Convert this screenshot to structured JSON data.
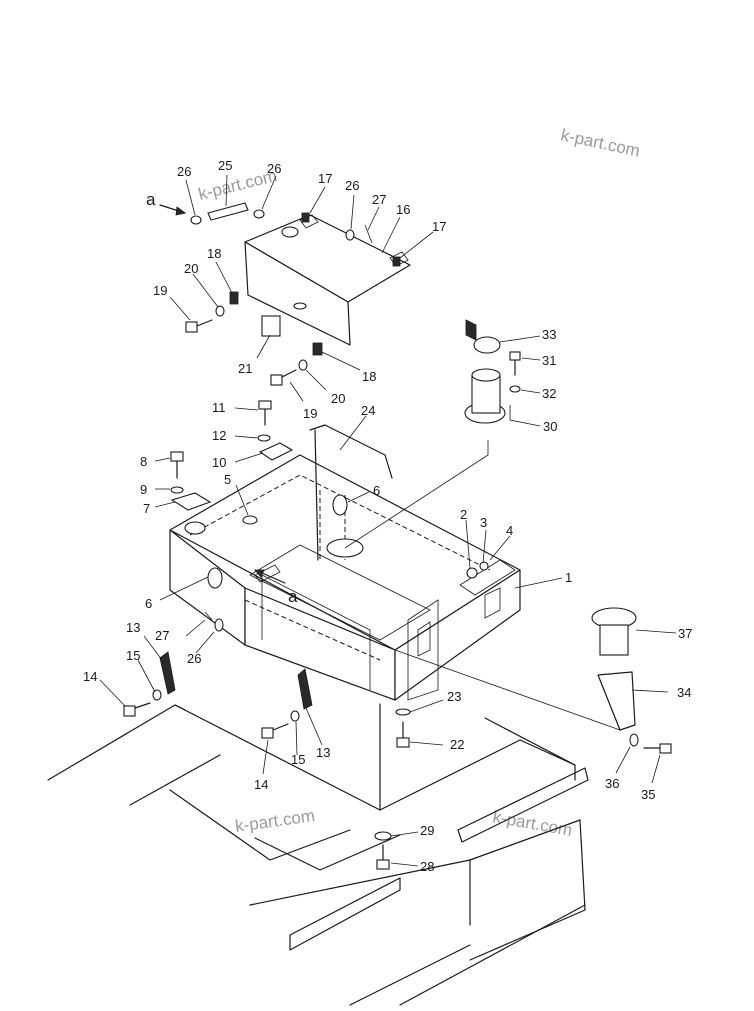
{
  "watermark": "k-part.com",
  "view_letter": "a",
  "labels": {
    "p1": "1",
    "p2": "2",
    "p3": "3",
    "p4": "4",
    "p5": "5",
    "p6": "6",
    "p7": "7",
    "p8": "8",
    "p9": "9",
    "p10": "10",
    "p11": "11",
    "p12": "12",
    "p13": "13",
    "p14": "14",
    "p15": "15",
    "p16": "16",
    "p17": "17",
    "p18": "18",
    "p19": "19",
    "p20": "20",
    "p21": "21",
    "p22": "22",
    "p23": "23",
    "p24": "24",
    "p25": "25",
    "p26": "26",
    "p27": "27",
    "p28": "28",
    "p29": "29",
    "p30": "30",
    "p31": "31",
    "p32": "32",
    "p33": "33",
    "p34": "34",
    "p35": "35",
    "p36": "36",
    "p37": "37"
  }
}
